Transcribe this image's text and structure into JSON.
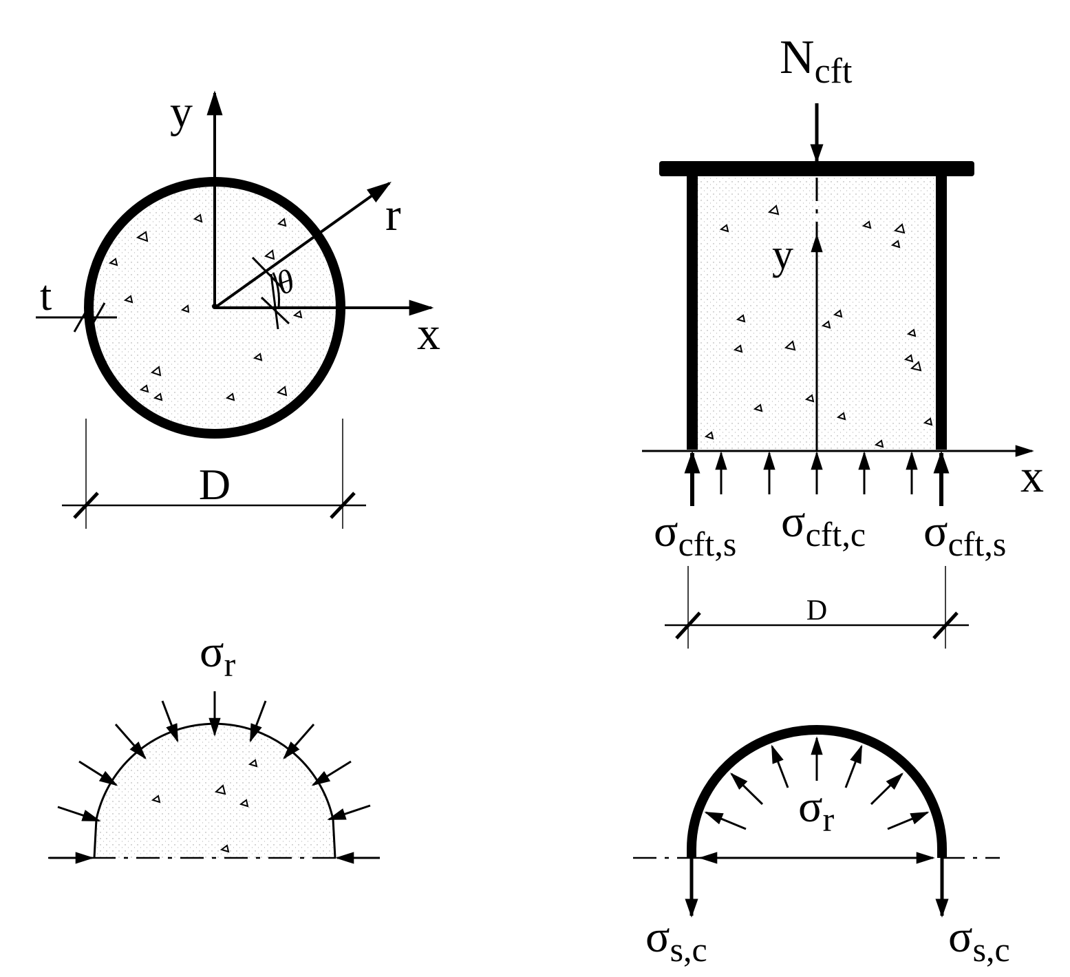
{
  "panel_a": {
    "axis_x": "x",
    "axis_y": "y",
    "axis_r": "r",
    "angle": "θ",
    "thickness": "t",
    "diameter": "D"
  },
  "panel_b": {
    "load_symbol": "N",
    "load_sub": "cft",
    "axis_y": "y",
    "axis_x": "x",
    "stress_steel_left_symbol": "σ",
    "stress_steel_left_sub": "cft,s",
    "stress_core_symbol": "σ",
    "stress_core_sub": "cft,c",
    "stress_steel_right_symbol": "σ",
    "stress_steel_right_sub": "cft,s",
    "diameter": "D"
  },
  "panel_c": {
    "radial_stress_symbol": "σ",
    "radial_stress_sub": "r"
  },
  "panel_d": {
    "radial_stress_symbol": "σ",
    "radial_stress_sub": "r",
    "hoop_left_symbol": "σ",
    "hoop_left_sub": "s,c",
    "hoop_right_symbol": "σ",
    "hoop_right_sub": "s,c"
  }
}
